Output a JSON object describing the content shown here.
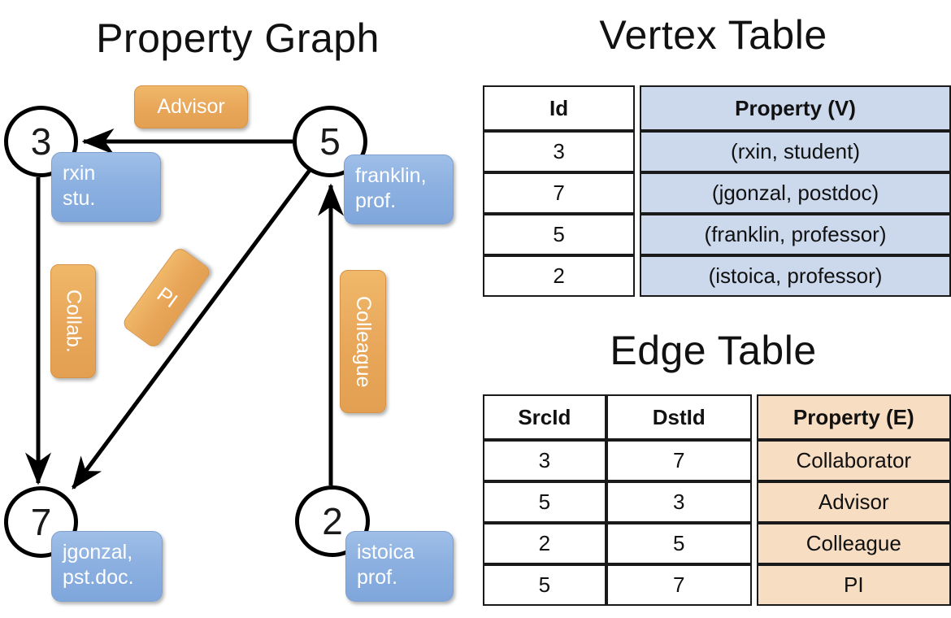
{
  "graph": {
    "title": "Property Graph",
    "nodes": [
      {
        "id": "3",
        "prop_line1": "rxin",
        "prop_line2": "stu."
      },
      {
        "id": "5",
        "prop_line1": "franklin,",
        "prop_line2": "prof."
      },
      {
        "id": "7",
        "prop_line1": "jgonzal,",
        "prop_line2": "pst.doc."
      },
      {
        "id": "2",
        "prop_line1": "istoica",
        "prop_line2": "prof."
      }
    ],
    "edge_labels": [
      {
        "text": "Advisor",
        "orientation": "horizontal"
      },
      {
        "text": "Collab.",
        "orientation": "vertical"
      },
      {
        "text": "PI",
        "orientation": "rotated"
      },
      {
        "text": "Colleague",
        "orientation": "vertical"
      }
    ]
  },
  "vertex_table": {
    "title": "Vertex Table",
    "headers": [
      "Id",
      "Property (V)"
    ],
    "rows": [
      {
        "id": "3",
        "property": "(rxin, student)"
      },
      {
        "id": "7",
        "property": "(jgonzal, postdoc)"
      },
      {
        "id": "5",
        "property": "(franklin, professor)"
      },
      {
        "id": "2",
        "property": "(istoica, professor)"
      }
    ]
  },
  "edge_table": {
    "title": "Edge Table",
    "headers": [
      "SrcId",
      "DstId",
      "Property (E)"
    ],
    "rows": [
      {
        "src": "3",
        "dst": "7",
        "property": "Collaborator"
      },
      {
        "src": "5",
        "dst": "3",
        "property": "Advisor"
      },
      {
        "src": "2",
        "dst": "5",
        "property": "Colleague"
      },
      {
        "src": "5",
        "dst": "7",
        "property": "PI"
      }
    ]
  },
  "colors": {
    "vertex_property_fill": "#ccd9ed",
    "edge_property_fill": "#f7ddc2",
    "node_property_box": "#8cb0e0",
    "edge_label_box": "#e8a659",
    "stroke": "#000000",
    "background": "#ffffff"
  }
}
